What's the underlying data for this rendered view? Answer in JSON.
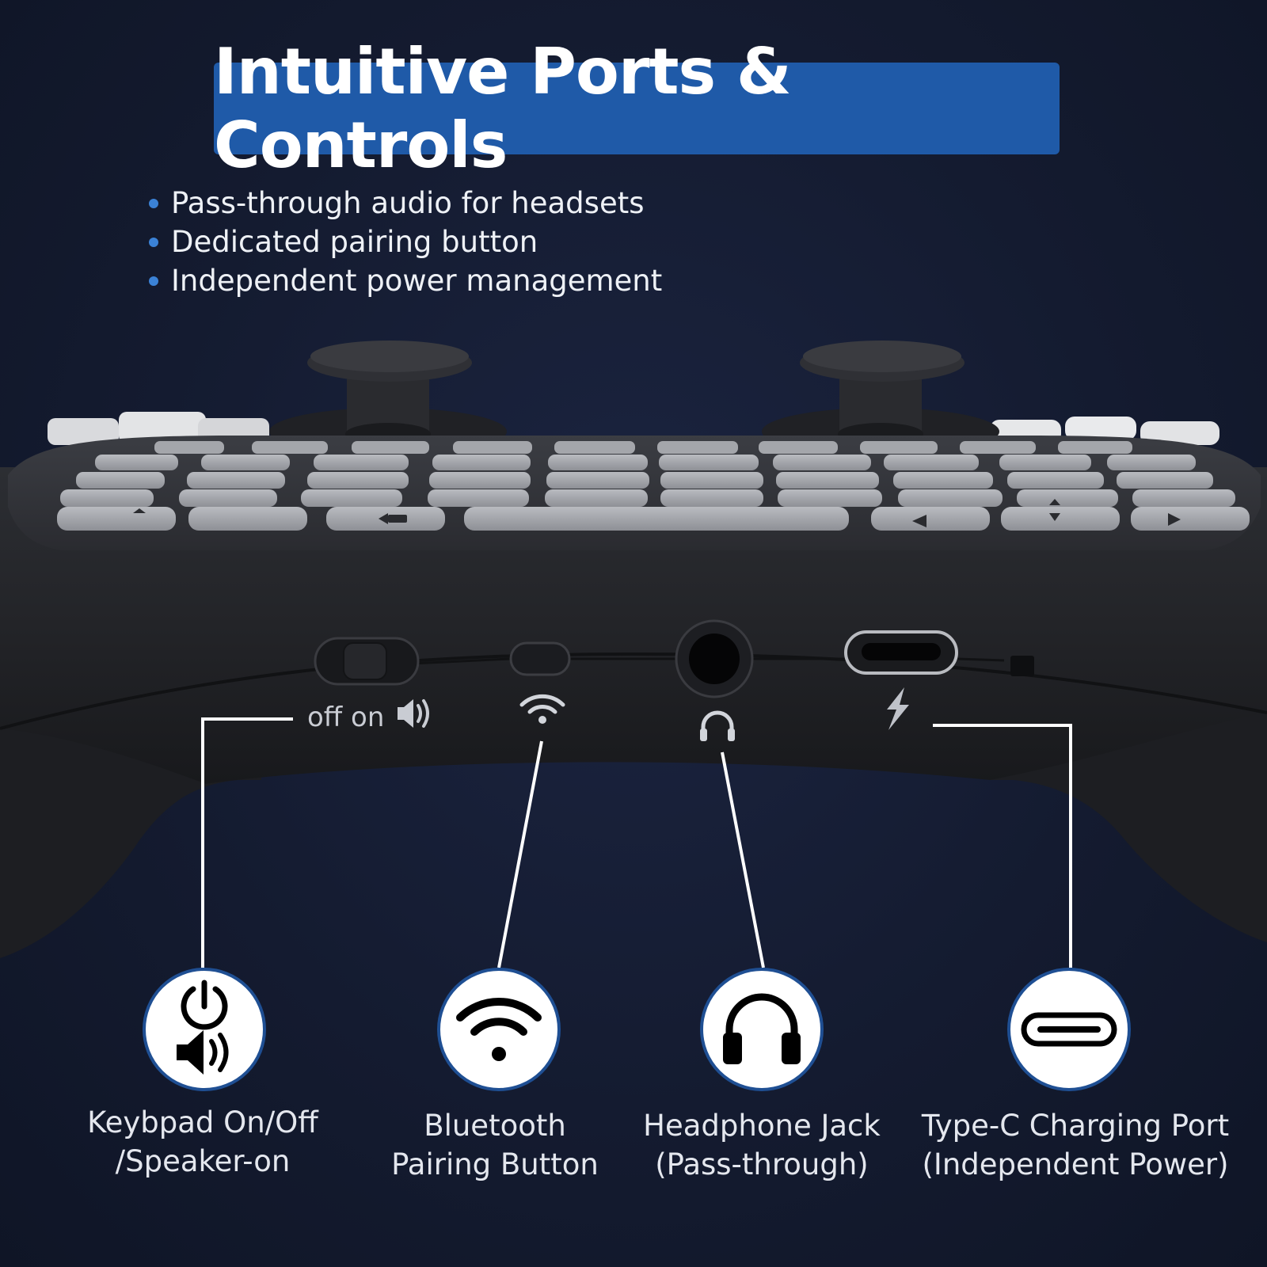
{
  "title": "Intuitive Ports & Controls",
  "bullets": [
    "Pass-through audio for headsets",
    "Dedicated pairing button",
    "Independent power management"
  ],
  "device_markings": {
    "switch_label": "off on"
  },
  "features": [
    {
      "icon": "power-speaker-icon",
      "line1": "Keybpad On/Off",
      "line2": "/Speaker-on"
    },
    {
      "icon": "wifi-icon",
      "line1": "Bluetooth",
      "line2": "Pairing Button"
    },
    {
      "icon": "headphones-icon",
      "line1": "Headphone Jack",
      "line2": "(Pass-through)"
    },
    {
      "icon": "usb-c-icon",
      "line1": "Type-C Charging Port",
      "line2": "(Independent Power)"
    }
  ],
  "colors": {
    "background": "#141b30",
    "banner": "#1f5aa8",
    "bullet_dot": "#3b82d6",
    "circle_border": "#1f4f93"
  }
}
